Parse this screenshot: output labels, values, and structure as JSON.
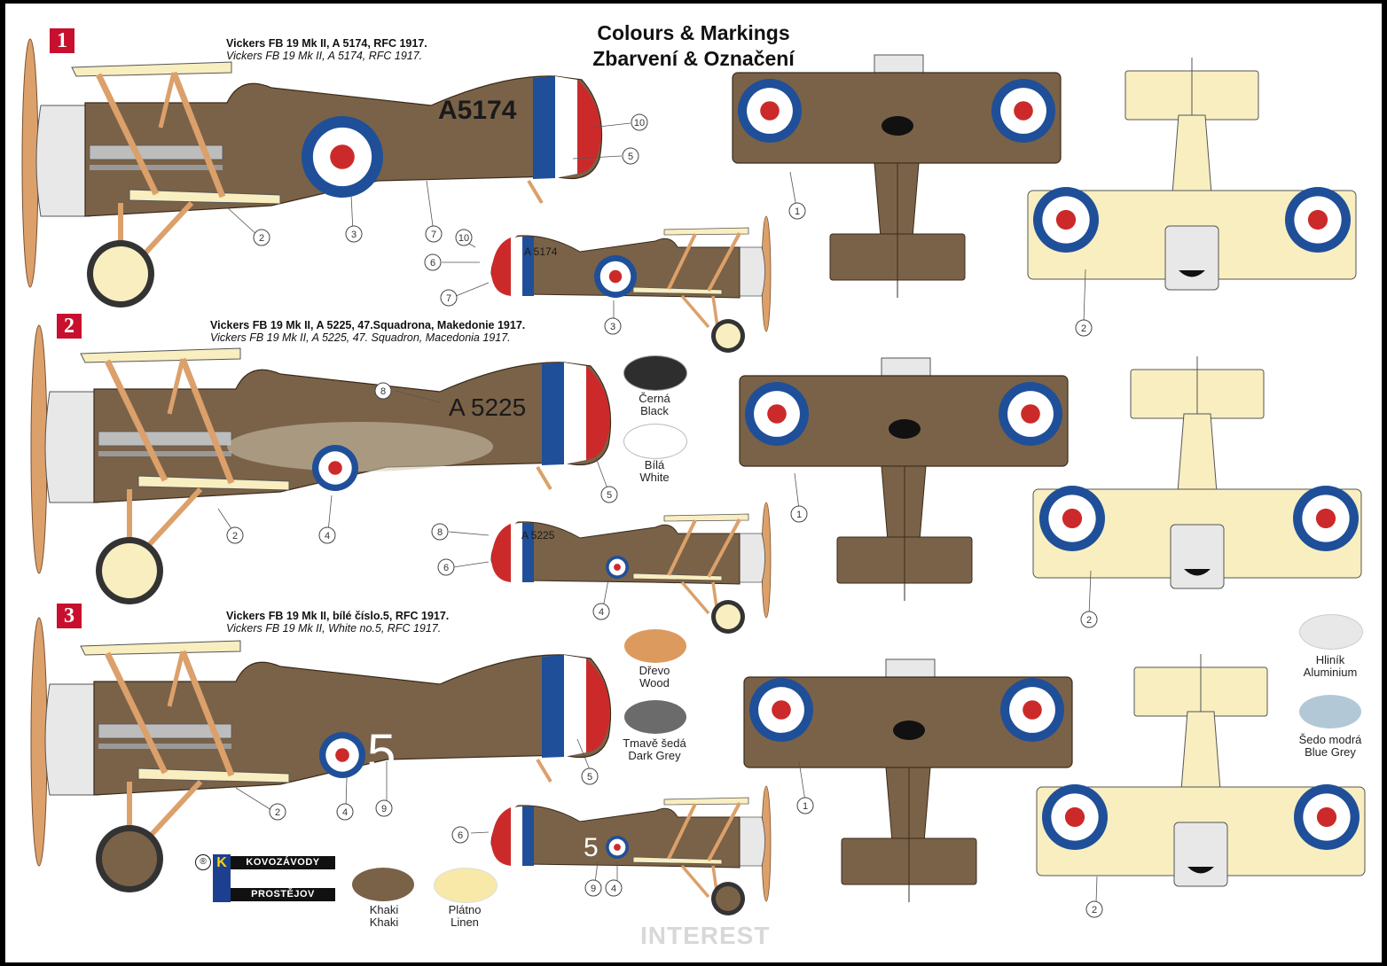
{
  "title": {
    "line1": "Colours & Markings",
    "line2": "Zbarvení & Označení"
  },
  "profiles": [
    {
      "badge": "1",
      "caption_cz": "Vickers FB 19 Mk II, A 5174, RFC 1917.",
      "caption_en": "Vickers FB 19 Mk II, A 5174, RFC 1917.",
      "serial": "A5174"
    },
    {
      "badge": "2",
      "caption_cz": "Vickers FB 19 Mk II, A 5225, 47.Squadrona, Makedonie 1917.",
      "caption_en": "Vickers FB 19 Mk II, A 5225, 47. Squadron, Macedonia 1917.",
      "serial": "A 5225"
    },
    {
      "badge": "3",
      "caption_cz": "Vickers FB 19 Mk II, bílé číslo.5, RFC 1917.",
      "caption_en": "Vickers FB 19 Mk II, White no.5, RFC 1917.",
      "serial": "5"
    }
  ],
  "small_serials": [
    "A 5174",
    "A 5225",
    "5"
  ],
  "callouts": {
    "p1": [
      "10",
      "5",
      "7",
      "3",
      "2",
      "10",
      "6",
      "7",
      "3",
      "1",
      "2"
    ],
    "p2": [
      "8",
      "5",
      "4",
      "2",
      "8",
      "6",
      "4",
      "1",
      "2"
    ],
    "p3": [
      "5",
      "9",
      "4",
      "2",
      "6",
      "9",
      "4",
      "1",
      "2"
    ]
  },
  "swatches": [
    {
      "cz": "Černá",
      "en": "Black",
      "color": "#2e2e2e"
    },
    {
      "cz": "Bílá",
      "en": "White",
      "color": "#ffffff"
    },
    {
      "cz": "Dřevo",
      "en": "Wood",
      "color": "#dd9a5e"
    },
    {
      "cz": "Tmavě šedá",
      "en": "Dark Grey",
      "color": "#6b6b6b"
    },
    {
      "cz": "Khaki",
      "en": "Khaki",
      "color": "#7a6248"
    },
    {
      "cz": "Plátno",
      "en": "Linen",
      "color": "#f8e9a8"
    },
    {
      "cz": "Hliník",
      "en": "Aluminium",
      "color": "#e8e8e8"
    },
    {
      "cz": "Šedo modrá",
      "en": "Blue Grey",
      "color": "#b3c8d6"
    }
  ],
  "logo": {
    "top": "KOVOZÁVODY",
    "bottom": "PROSTĚJOV",
    "mark": "K"
  },
  "watermark": "INTEREST",
  "colors": {
    "khaki": "#7a6248",
    "linen": "#f8eec0",
    "red": "#cc2a2a",
    "blue": "#1f4f98",
    "wood": "#dca06a"
  }
}
